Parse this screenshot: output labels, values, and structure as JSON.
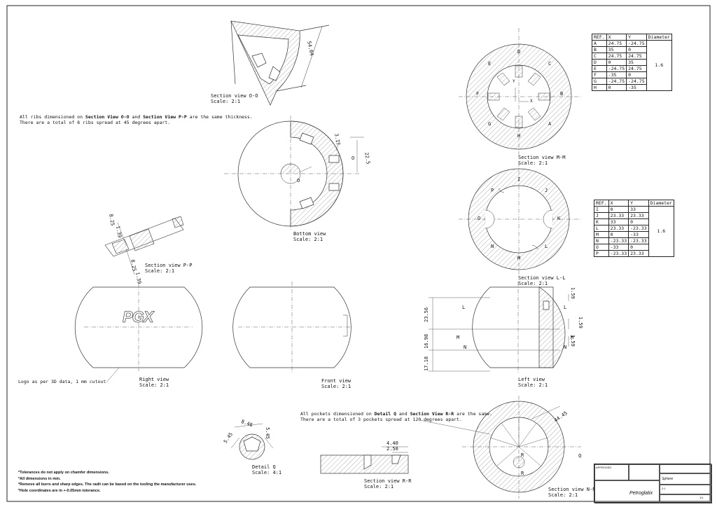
{
  "views": {
    "section_oo": {
      "title": "Section view O-O",
      "scale": "Scale:  2:1",
      "dim": "54.04"
    },
    "bottom": {
      "title": "Bottom view",
      "scale": "Scale:  2:1",
      "dims": [
        "3.17",
        "22.5"
      ],
      "markers": [
        "O",
        "O"
      ]
    },
    "section_pp": {
      "title": "Section view P-P",
      "scale": "Scale:  2:1",
      "dims": [
        "8.25",
        "1.39",
        "8.25",
        "1.39"
      ]
    },
    "right": {
      "title": "Right view",
      "scale": "Scale:  2:1",
      "logo": "PGX"
    },
    "front": {
      "title": "Front view",
      "scale": "Scale:  2:1"
    },
    "left": {
      "title": "Left view",
      "scale": "Scale:  2:1",
      "dims": [
        "23.56",
        "16.98",
        "17.18",
        "1.59",
        "1.59",
        "1.59"
      ],
      "markers": [
        "L",
        "M",
        "N",
        "L",
        "M",
        "N"
      ]
    },
    "section_mm": {
      "title": "Section view M-M",
      "scale": "Scale:  2:1",
      "letters": [
        "D",
        "E",
        "C",
        "F",
        "B",
        "G",
        "A",
        "H"
      ],
      "axes": [
        "X",
        "Y"
      ]
    },
    "section_ll": {
      "title": "Section view L-L",
      "scale": "Scale:  2:1",
      "letters": [
        "I",
        "P",
        "J",
        "O",
        "K",
        "N",
        "L",
        "M"
      ]
    },
    "detail_q": {
      "title": "Detail Q",
      "scale": "Scale:  4:1",
      "dims": [
        "8.46",
        "5.45",
        "5.45"
      ]
    },
    "section_rr": {
      "title": "Section view R-R",
      "scale": "Scale:  2:1",
      "dims": [
        "4.40",
        "2.50"
      ]
    },
    "section_nn": {
      "title": "Section view N-N",
      "scale": "Scale:  2:1",
      "dim": "44.45",
      "markers": [
        "Q",
        "R",
        "R"
      ]
    }
  },
  "notes": {
    "ribs_prefix": "All ribs dimensioned on ",
    "ribs_view1": "Section View O-O",
    "ribs_mid": " and ",
    "ribs_view2": "Section View P-P",
    "ribs_suffix": " are the same thickness.",
    "ribs_line2": "There are a total of 8 ribs spread at 45 degrees apart.",
    "pockets_prefix": "All pockets dimensioned on ",
    "pockets_view1": "Detail Q",
    "pockets_mid": " and ",
    "pockets_view2": "Section View R-R",
    "pockets_suffix": " are the same.",
    "pockets_line2": "There are a total of 3 pockets spread at 120 degrees apart.",
    "logo": "Logo as per 3D data, 1 mm cutout",
    "general": [
      "*Tolerances do not apply on chamfer dimensions.",
      "*All dimensions in mm.",
      "*Remove all burrs and sharp edges. The radii can be based on the tooling the manufacturer uses.",
      "*Hole coordinates are in +-0.05mm tolerance."
    ]
  },
  "table_mm": {
    "headers": [
      "REF.",
      "X",
      "Y",
      "Diameter"
    ],
    "rows": [
      [
        "A",
        "24.75",
        "-24.75"
      ],
      [
        "B",
        "35",
        "0"
      ],
      [
        "C",
        "24.75",
        "24.75"
      ],
      [
        "D",
        "0",
        "35"
      ],
      [
        "E",
        "-24.75",
        "24.75"
      ],
      [
        "F",
        "-35",
        "0"
      ],
      [
        "G",
        "-24.75",
        "-24.75"
      ],
      [
        "H",
        "0",
        "-35"
      ]
    ],
    "diameter": "1.6"
  },
  "table_ll": {
    "headers": [
      "REF.",
      "X",
      "Y",
      "Diameter"
    ],
    "rows": [
      [
        "I",
        "0",
        "33"
      ],
      [
        "J",
        "23.33",
        "23.33"
      ],
      [
        "K",
        "33",
        "0"
      ],
      [
        "L",
        "23.33",
        "-23.33"
      ],
      [
        "M",
        "0",
        "-33"
      ],
      [
        "N",
        "-23.33",
        "-23.33"
      ],
      [
        "O",
        "-33",
        "0"
      ],
      [
        "P",
        "-23.33",
        "23.33"
      ]
    ],
    "diameter": "1.6"
  },
  "title_block": {
    "company": "Petroglatix",
    "part": "Sphere",
    "approval": "APPROVED",
    "scale": "2:1",
    "sheet": "1/1"
  }
}
